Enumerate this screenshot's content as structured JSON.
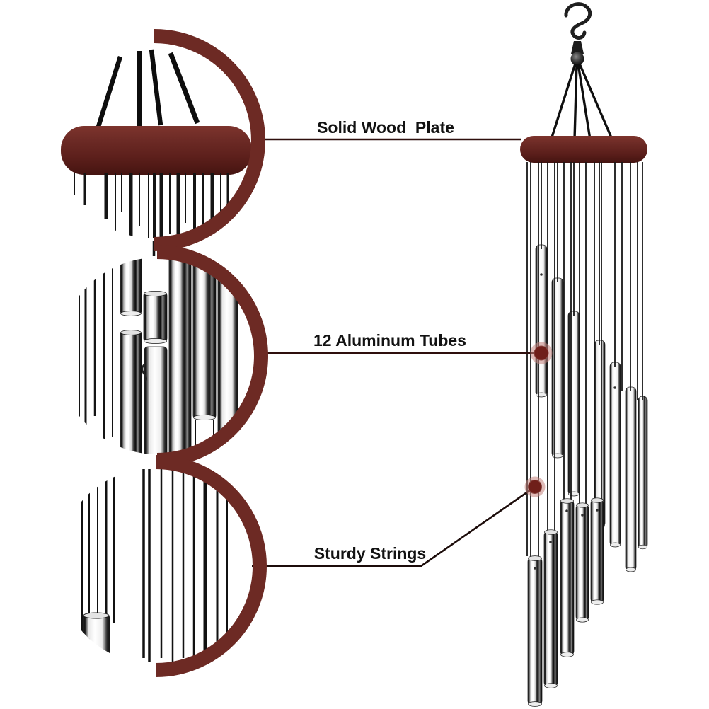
{
  "background": "#ffffff",
  "callouts": [
    {
      "id": "wood-plate",
      "label": "Solid Wood  Plate"
    },
    {
      "id": "aluminum-tubes",
      "label": "12 Aluminum Tubes"
    },
    {
      "id": "strings",
      "label": "Sturdy Strings"
    }
  ],
  "insets": [
    {
      "name": "wood-plate-closeup"
    },
    {
      "name": "aluminum-tubes-closeup"
    },
    {
      "name": "strings-closeup"
    }
  ],
  "chime": {
    "tube_count": 12
  },
  "colors": {
    "magnifier_ring": "#6d2a24",
    "wood_light": "#7d342d",
    "wood_dark": "#451411",
    "callout_line": "#2e0f0d",
    "label_text": "#121212",
    "marker_dot": "#6f1f1a",
    "marker_halo": "#c4837d",
    "string": "#161616",
    "metal_highlight": "#ffffff",
    "metal_shadow": "#0a0a0a"
  }
}
